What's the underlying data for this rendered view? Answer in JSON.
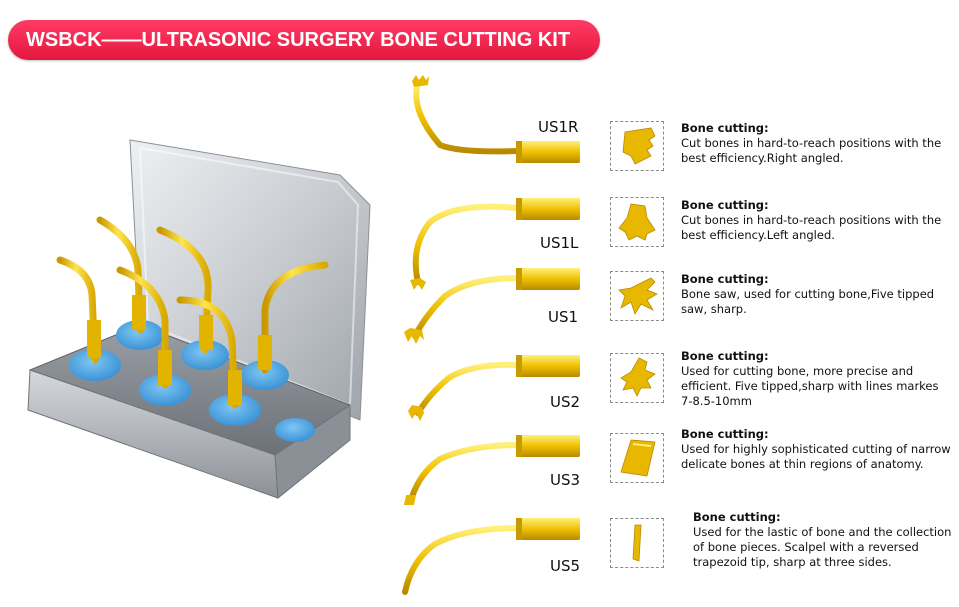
{
  "title": "WSBCK——ULTRASONIC SURGERY BONE CUTTING KIT",
  "colors": {
    "banner": "#e4173f",
    "gold": "#e8b800",
    "gold_light": "#ffe24a",
    "gold_dark": "#b88a00",
    "silicone_blue": "#4aa8e8",
    "steel": "#b8bcc2"
  },
  "tips": [
    {
      "code": "US1R",
      "heading": "Bone cutting:",
      "description": "Cut bones in hard-to-reach positions with the best efficiency.Right  angled."
    },
    {
      "code": "US1L",
      "heading": "Bone cutting:",
      "description": "Cut bones in hard-to-reach positions with the best efficiency.Left angled."
    },
    {
      "code": "US1",
      "heading": "Bone cutting:",
      "description": "Bone saw, used for cutting bone,Five tipped saw, sharp."
    },
    {
      "code": "US2",
      "heading": "Bone cutting:",
      "description": "Used for cutting bone, more precise and efficient. Five tipped,sharp with lines markes 7-8.5-10mm"
    },
    {
      "code": "US3",
      "heading": "Bone cutting:",
      "description": "Used for highly sophisticated cutting of narrow delicate bones at thin regions of anatomy."
    },
    {
      "code": "US5",
      "heading": "Bone cutting:",
      "description": "Used for the lastic of bone and the collection of bone pieces. Scalpel with a reversed trapezoid tip, sharp at three sides."
    }
  ]
}
